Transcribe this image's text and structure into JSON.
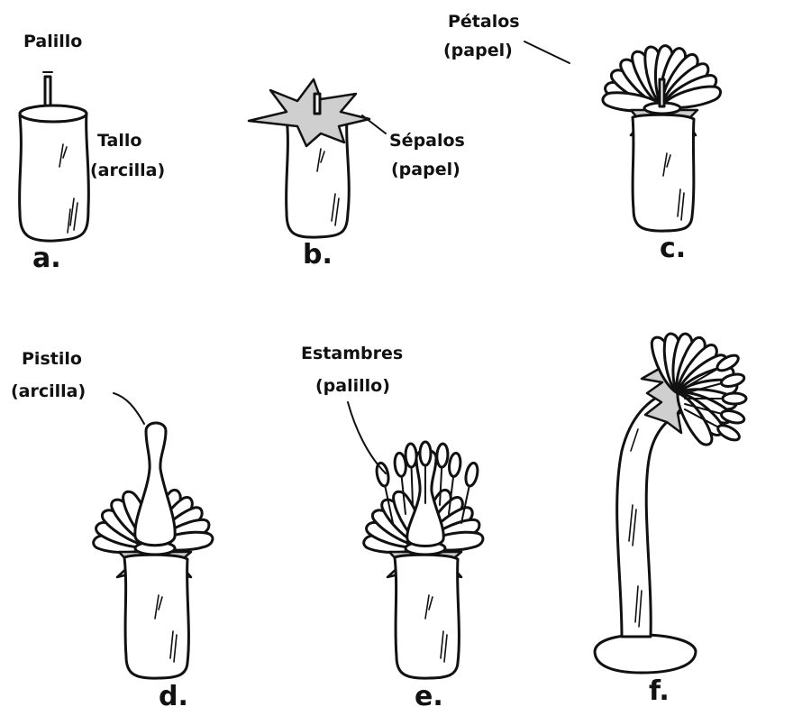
{
  "labels": {
    "palillo": "Palillo",
    "tallo_line1": "Tallo",
    "tallo_line2": "(arcilla)",
    "sepalos_line1": "Sépalos",
    "sepalos_line2": "(papel)",
    "petalos_line1": "Pétalos",
    "petalos_line2": "(papel)",
    "pistilo_line1": "Pistilo",
    "pistilo_line2": "(arcilla)",
    "estambres_line1": "Estambres",
    "estambres_line2": "(palillo)"
  },
  "panels": {
    "a": "a.",
    "b": "b.",
    "c": "c.",
    "d": "d.",
    "e": "e.",
    "f": "f."
  }
}
